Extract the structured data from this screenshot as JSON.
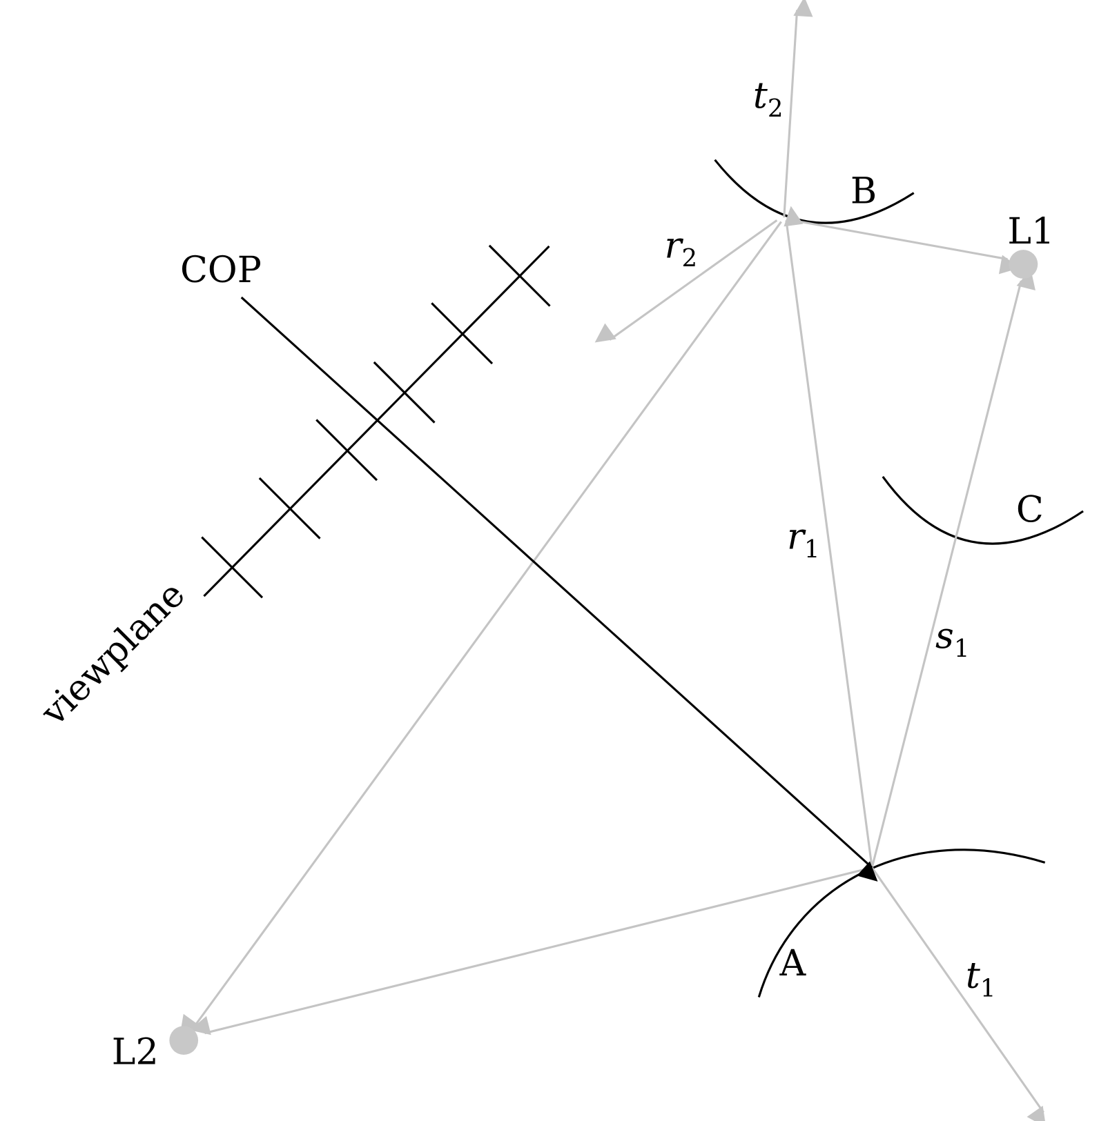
{
  "labels": {
    "cop": "COP",
    "viewplane": "viewplane",
    "a": "A",
    "b": "B",
    "c": "C",
    "l1": "L1",
    "l2": "L2",
    "t1": {
      "base": "t",
      "sub": "1"
    },
    "t2": {
      "base": "t",
      "sub": "2"
    },
    "r1": {
      "base": "r",
      "sub": "1"
    },
    "r2": {
      "base": "r",
      "sub": "2"
    },
    "s1": {
      "base": "s",
      "sub": "1"
    }
  },
  "colors": {
    "ray": "#000000",
    "secondary_ray": "#c4c4c4",
    "surface": "#000000",
    "light": "#c8c8c8"
  }
}
